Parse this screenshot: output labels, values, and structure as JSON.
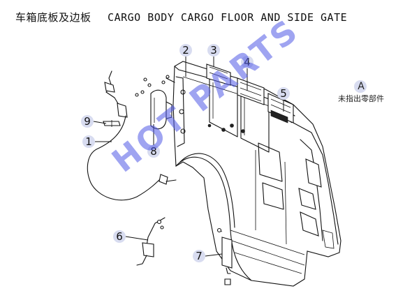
{
  "title": {
    "zh": "车箱底板及边板",
    "en": "CARGO BODY CARGO FLOOR AND SIDE GATE"
  },
  "callouts": [
    {
      "label": "1"
    },
    {
      "label": "2"
    },
    {
      "label": "3"
    },
    {
      "label": "4"
    },
    {
      "label": "5"
    },
    {
      "label": "6"
    },
    {
      "label": "7"
    },
    {
      "label": "8"
    },
    {
      "label": "9"
    }
  ],
  "note": {
    "letter": "A",
    "text": "未指出零部件"
  },
  "watermark": "HOT PARTS",
  "colors": {
    "callout_fill": "#d8dcf0",
    "watermark": "#5a64e6",
    "line": "#111111"
  }
}
